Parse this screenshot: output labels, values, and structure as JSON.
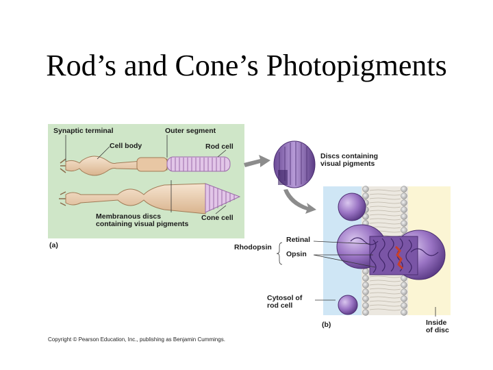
{
  "title": "Rod’s and Cone’s Photopigments",
  "panel_a": {
    "synaptic_terminal": "Synaptic terminal",
    "outer_segment": "Outer segment",
    "cell_body": "Cell body",
    "rod_cell": "Rod cell",
    "membranous_discs_1": "Membranous discs",
    "membranous_discs_2": "containing visual pigments",
    "cone_cell": "Cone cell",
    "panel_label": "(a)"
  },
  "panel_b": {
    "discs_1": "Discs containing",
    "discs_2": "visual pigments",
    "rhodopsin": "Rhodopsin",
    "retinal": "Retinal",
    "opsin": "Opsin",
    "cytosol_1": "Cytosol of",
    "cytosol_2": "rod cell",
    "panel_label": "(b)",
    "inside_1": "Inside",
    "inside_2": "of disc"
  },
  "copyright": "Copyright © Pearson Education, Inc., publishing as Benjamin Cummings.",
  "colors": {
    "panel_a_bg": "#cfe6c8",
    "cytosol_bg": "#cfe6f5",
    "disc_inside_bg": "#fbf5d4",
    "pigment_purple": "#8a5fb0",
    "retinal_red": "#c8402a"
  }
}
